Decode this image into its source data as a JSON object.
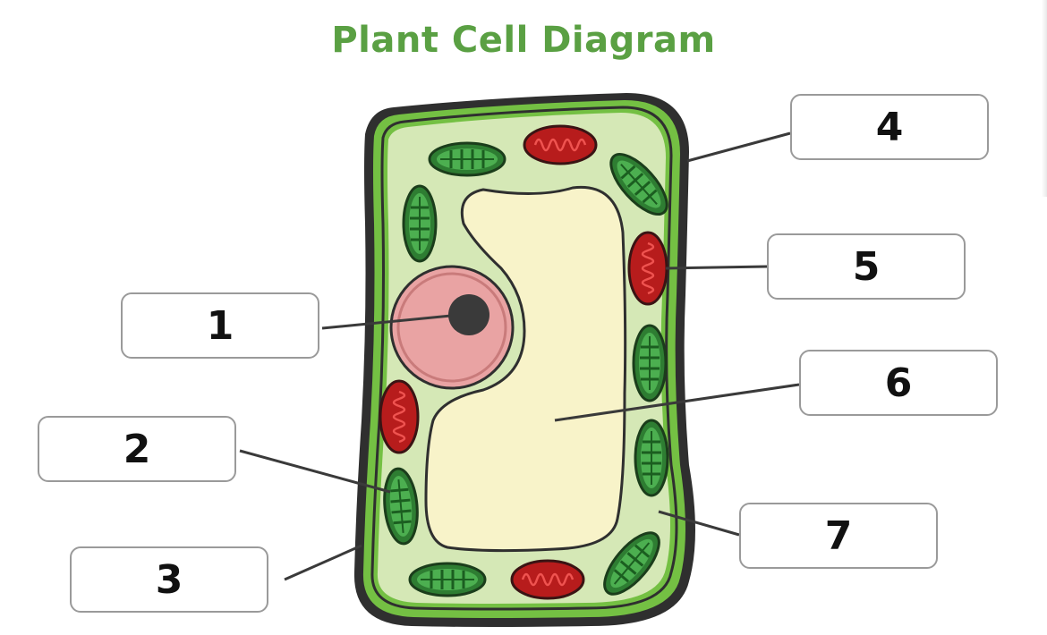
{
  "title": "Plant Cell Diagram",
  "labels": [
    "1",
    "2",
    "3",
    "4",
    "5",
    "6",
    "7"
  ],
  "colors": {
    "title": "#5aa043",
    "cell_wall": "#2f2f2f",
    "membrane_green": "#74c043",
    "cytoplasm": "#d5e8b6",
    "vacuole": "#f8f3c9",
    "nucleus": "#e9a3a3",
    "nucleolus": "#3a3a3a",
    "chloroplast": "#2e7d32",
    "mitochondrion": "#c62828"
  },
  "organelle_icons": [
    "nucleus-icon",
    "chloroplast-icon",
    "mitochondrion-icon",
    "vacuole-icon"
  ]
}
